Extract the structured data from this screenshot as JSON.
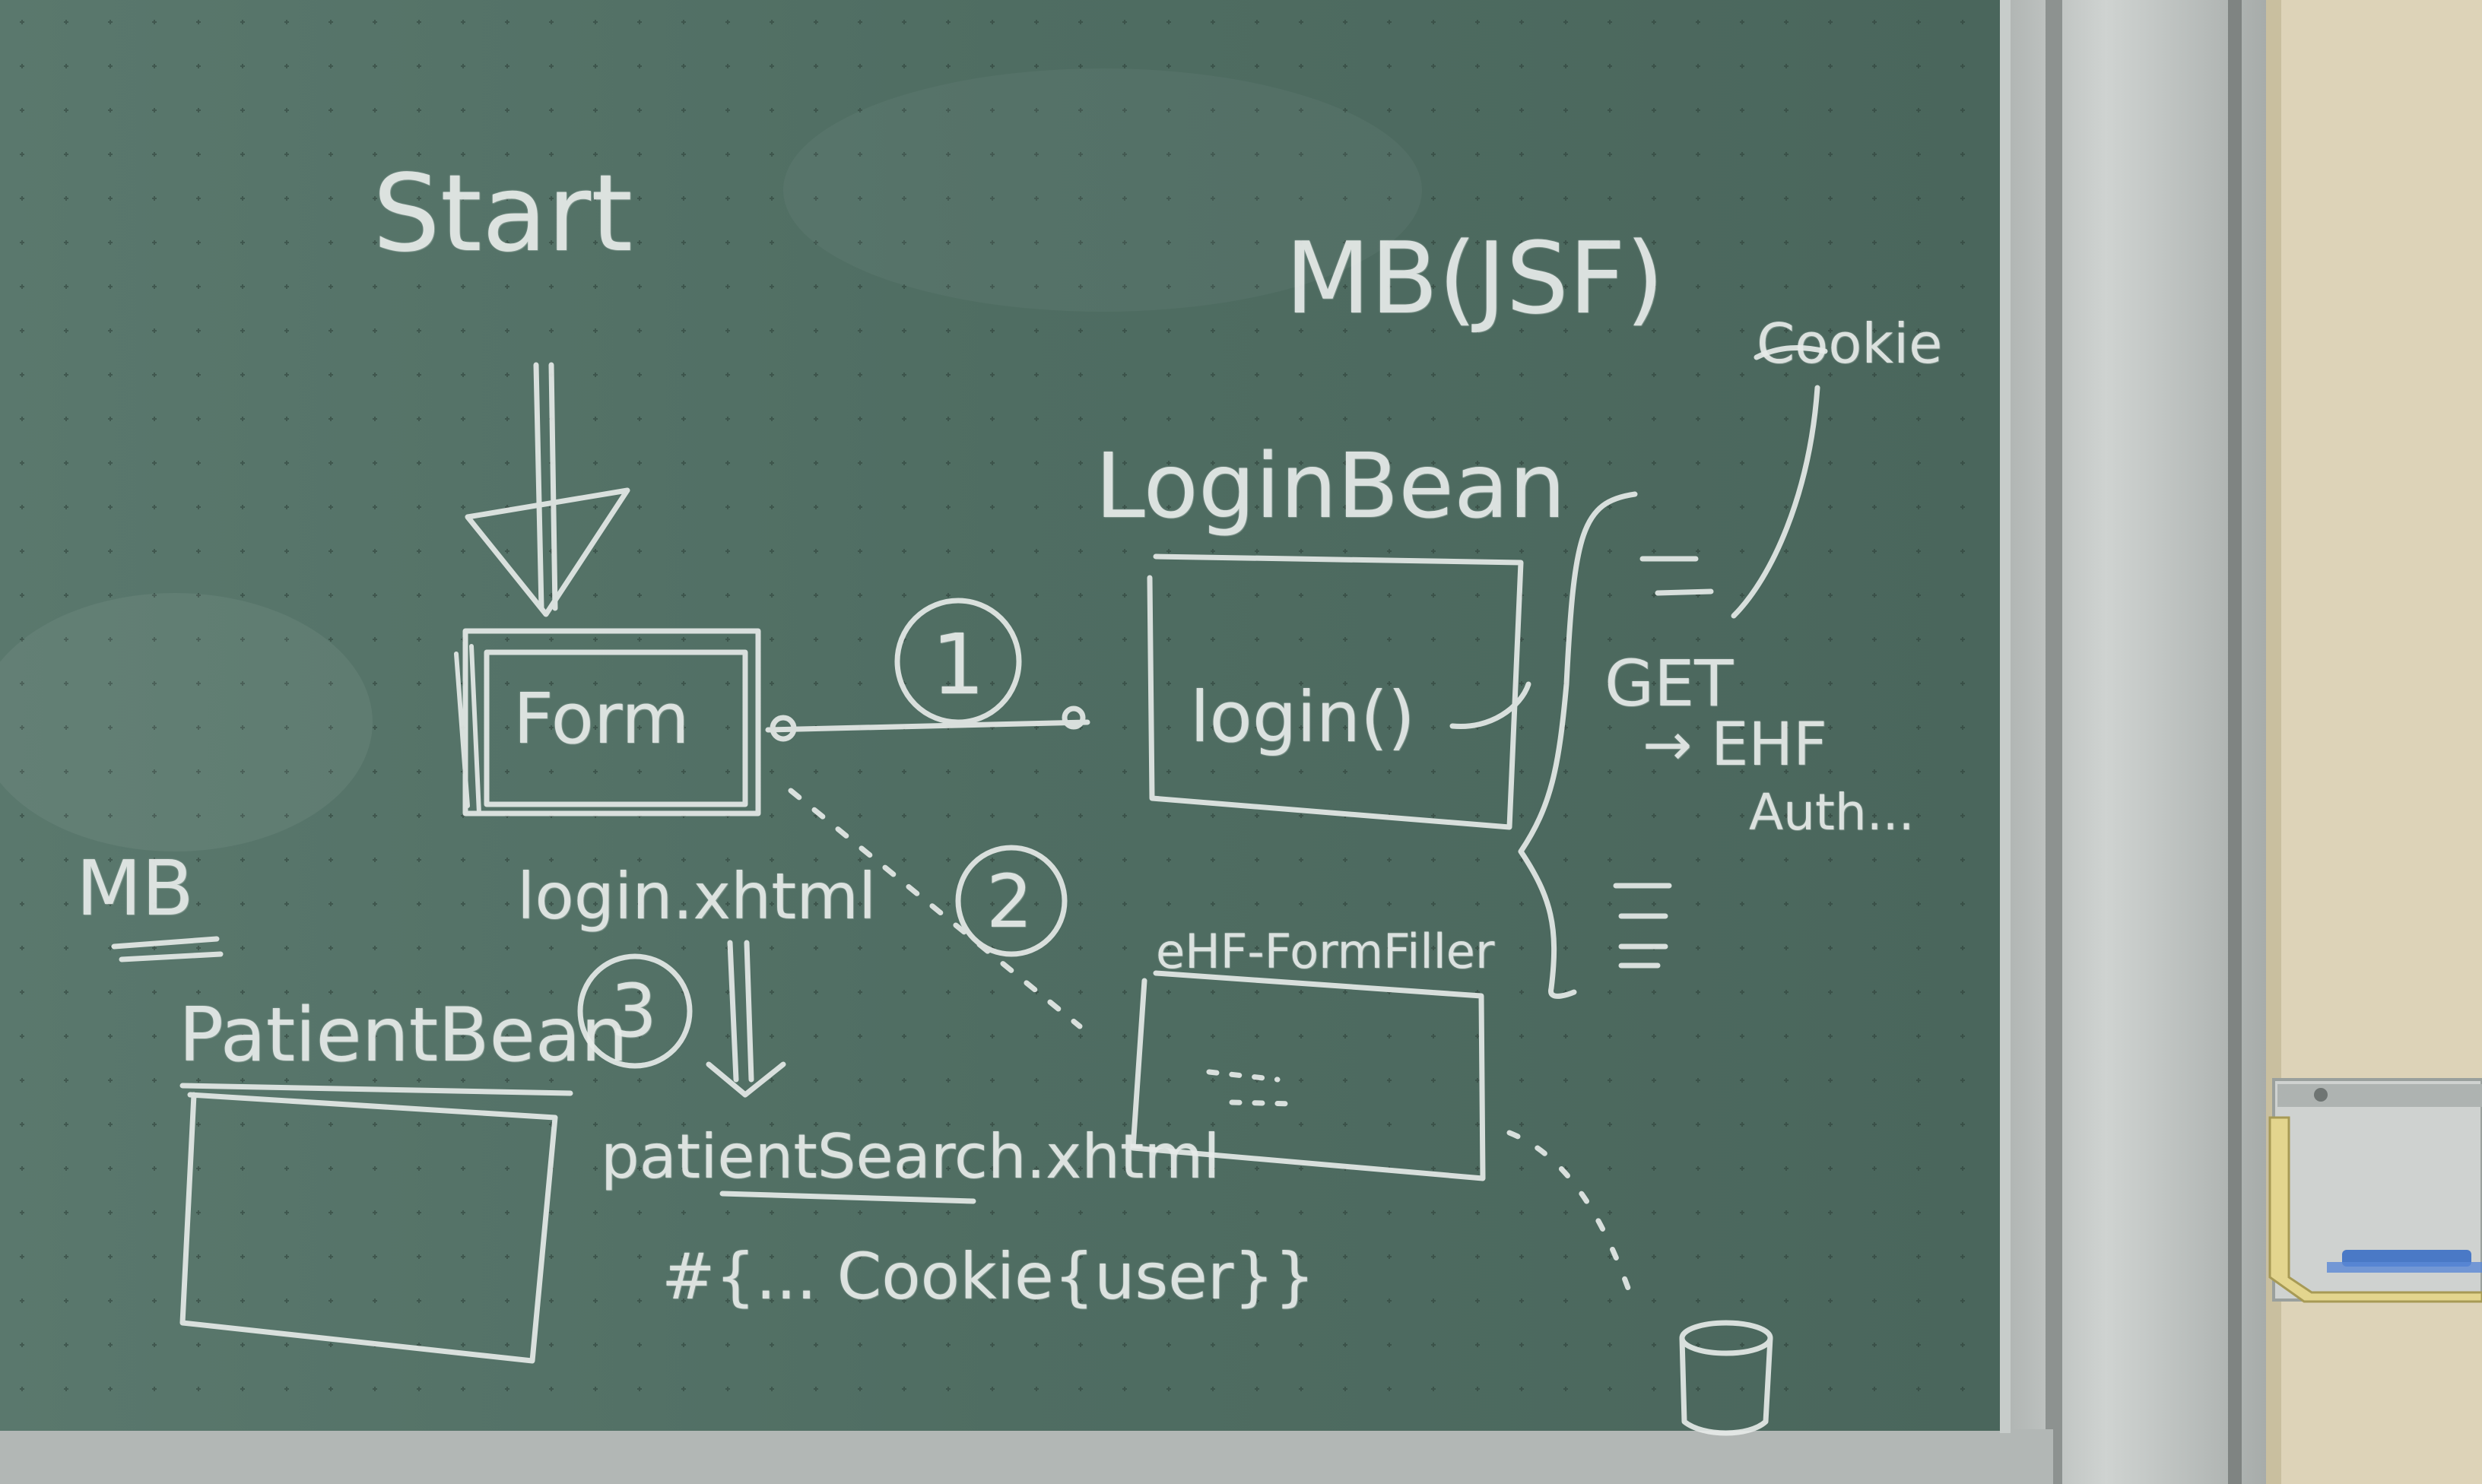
{
  "blackboard": {
    "color": "#4f6e63",
    "frame_color": "#b7bbb8",
    "wall_color": "#ddd3b8",
    "chalk_color": "#e8ecea"
  },
  "notes": {
    "start": "Start",
    "mb_jsf": "MB(JSF)",
    "login_bean": "LoginBean",
    "cookie": "Cookie",
    "form": "Form",
    "login_method": "login()",
    "step_1": "1",
    "step_2": "2",
    "step_3": "3",
    "login_xhtml": "login.xhtml",
    "mb": "MB",
    "patient_bean": "PatientBean",
    "patient_search": "patientSearch.xhtml",
    "cookie_expression": "#{... Cookie{user}}",
    "get_line": "GET",
    "ehf_line": "→ EHF",
    "auth_line": "Auth...",
    "ehf_form_filler": "eHF-FormFiller"
  }
}
